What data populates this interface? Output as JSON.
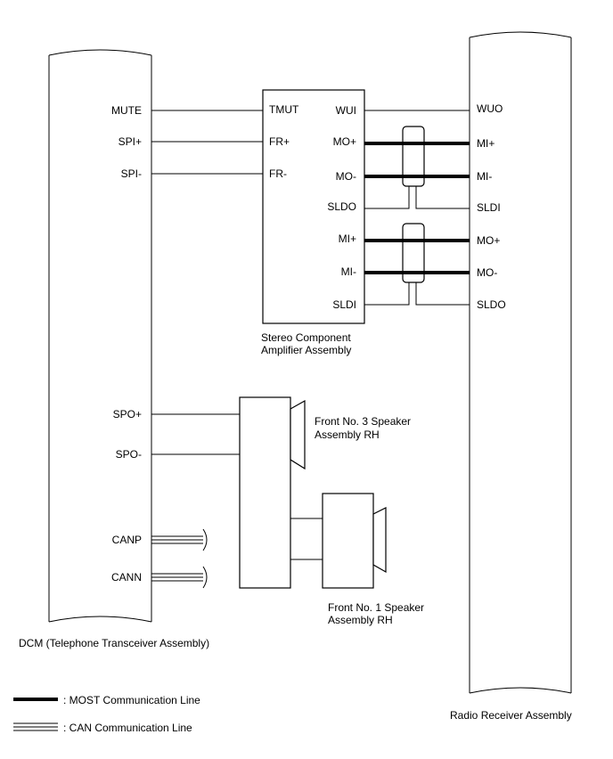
{
  "dcm": {
    "label": "DCM (Telephone Transceiver Assembly)",
    "pins": {
      "mute": "MUTE",
      "spi_plus": "SPI+",
      "spi_minus": "SPI-",
      "spo_plus": "SPO+",
      "spo_minus": "SPO-",
      "canp": "CANP",
      "cann": "CANN"
    }
  },
  "amplifier": {
    "label_line1": "Stereo Component",
    "label_line2": "Amplifier Assembly",
    "pins": {
      "tmut": "TMUT",
      "fr_plus": "FR+",
      "fr_minus": "FR-",
      "wui": "WUI",
      "mo_plus": "MO+",
      "mo_minus": "MO-",
      "sldo": "SLDO",
      "mi_plus": "MI+",
      "mi_minus": "MI-",
      "sldi": "SLDI"
    }
  },
  "radio": {
    "label": "Radio Receiver Assembly",
    "pins": {
      "wuo": "WUO",
      "mi_plus": "MI+",
      "mi_minus": "MI-",
      "sldi": "SLDI",
      "mo_plus": "MO+",
      "mo_minus": "MO-",
      "sldo": "SLDO"
    }
  },
  "speaker3": {
    "label_line1": "Front No. 3 Speaker",
    "label_line2": "Assembly RH"
  },
  "speaker1": {
    "label_line1": "Front No. 1 Speaker",
    "label_line2": "Assembly RH"
  },
  "legend": {
    "most": ": MOST Communication Line",
    "can": ": CAN Communication Line"
  }
}
